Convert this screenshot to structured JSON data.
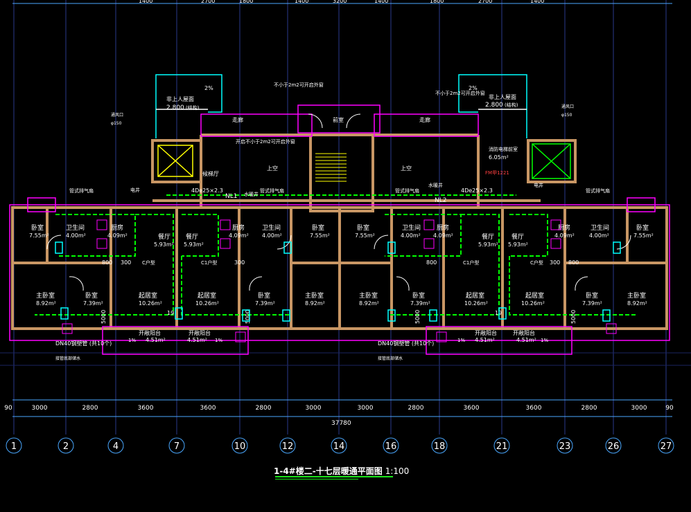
{
  "drawing": {
    "title": "1-4#楼二-十七层暖通平面图",
    "scale": "1:100",
    "total_dimension": "37780",
    "bottom_dimensions": [
      "90",
      "3000",
      "2800",
      "3600",
      "3600",
      "2800",
      "3000",
      "3000",
      "2800",
      "3600",
      "3600",
      "2800",
      "3000",
      "90"
    ],
    "axis_labels": [
      "1",
      "2",
      "4",
      "7",
      "10",
      "12",
      "14",
      "16",
      "18",
      "21",
      "23",
      "26",
      "27"
    ],
    "top_dimensions": [
      "1400",
      "2700",
      "1800",
      "1400",
      "3200",
      "1400",
      "1800",
      "2700",
      "1400"
    ],
    "rooms": {
      "bedroom": "卧室",
      "master_bedroom": "主卧室",
      "living": "起居室",
      "dining": "餐厅",
      "kitchen": "厨房",
      "bathroom": "卫生间",
      "balcony": "开敞阳台",
      "corridor": "走廊",
      "void": "上空",
      "front_room": "前室",
      "stair_hall": "候梯厅",
      "fire_room": "消防电梯前室",
      "roof": "非上人屋面"
    },
    "areas": {
      "bed_755": "7.55m²",
      "bath_400": "4.00m²",
      "kitchen_409": "4.09m²",
      "dining_593": "5.93m²",
      "master_892": "8.92m²",
      "bed_739": "7.39m²",
      "living_1026": "10.26m²",
      "balcony_451": "4.51m²",
      "fire_605": "6.05m²"
    },
    "labels": {
      "window_note": "不小于2m2可开启外窗",
      "window_note2": "开启不小于2m2可开启外窗",
      "roof_elev": "2.800",
      "roof_note": "(结构)",
      "slope": "2%",
      "duct": "4Dе25×2.3",
      "nl1": "NL1",
      "nl2": "NL2",
      "pipe_well": "水暖井",
      "elec_well": "电井",
      "fan": "管式排气扇",
      "fm": "FM甲1221",
      "drain_pipe": "DN40钢塑管 (共10个)",
      "drain_note": "接管底部储水",
      "dim_800": "800",
      "dim_300": "300",
      "dim_5000": "5000",
      "dim_19": "19",
      "vent": "通风口",
      "vent_size": "φ150",
      "c_tag": "C户型",
      "c1_tag": "C1户型",
      "one_pct": "1%",
      "n4": "4"
    },
    "colors": {
      "wall": "#c89664",
      "magenta": "#ff00ff",
      "green": "#00ff00",
      "yellow": "#ffff00",
      "cyan": "#00ffff",
      "grid": "#2a3a8c",
      "axis": "#4aa8ff",
      "white": "#ffffff",
      "title_line": "#19e619"
    }
  }
}
